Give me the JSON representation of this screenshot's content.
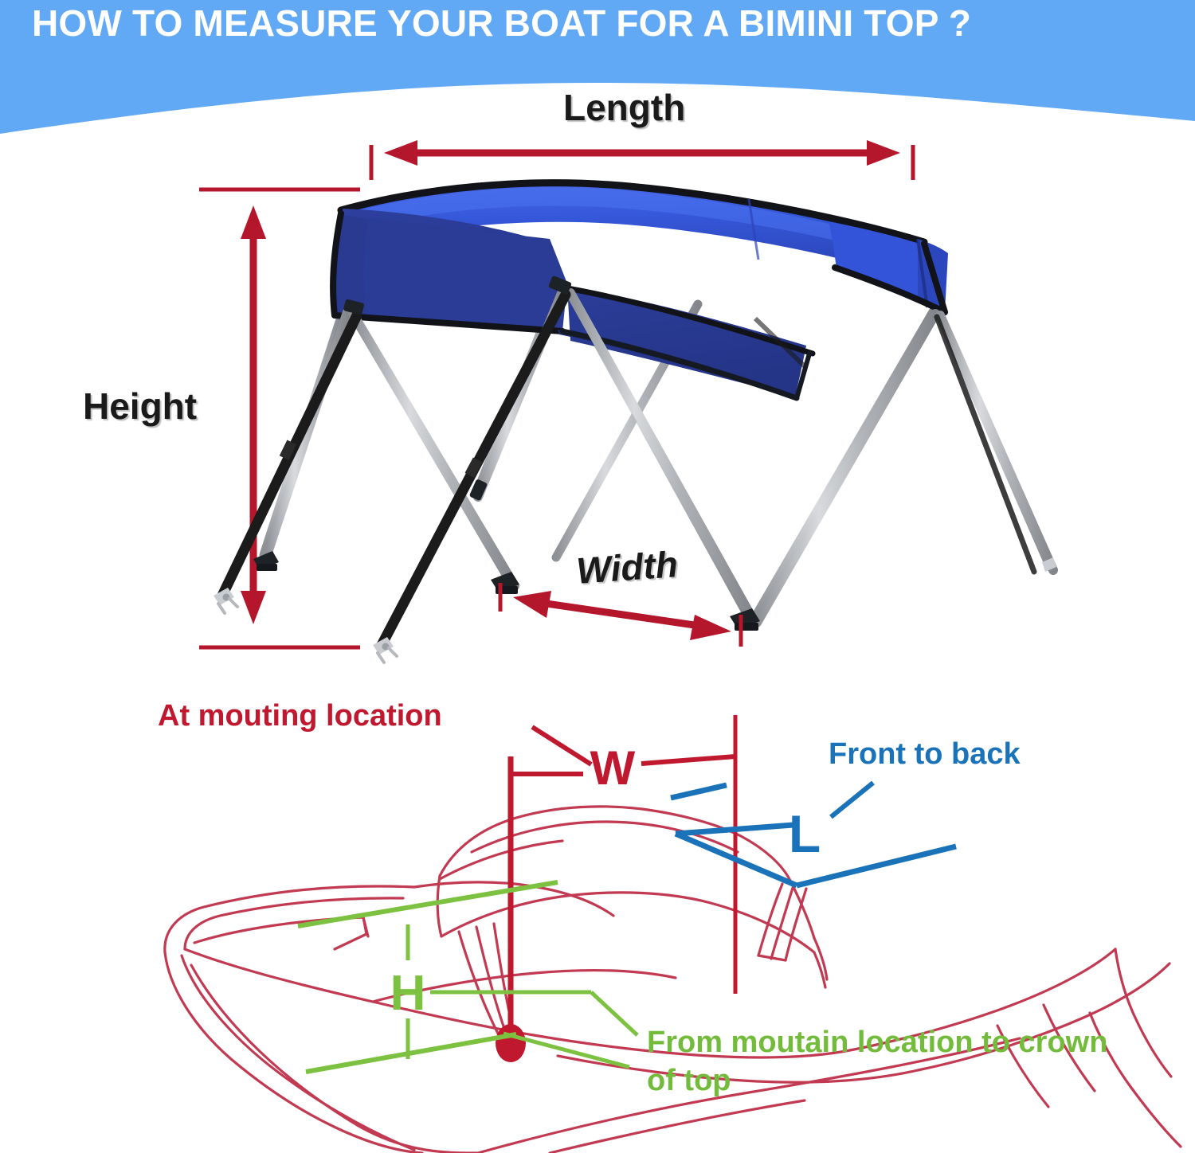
{
  "header": {
    "title": "HOW TO MEASURE YOUR BOAT FOR A BIMINI TOP ?",
    "background_color": "#62a9f5",
    "text_color": "#ffffff"
  },
  "colors": {
    "accent_blue": "#62a9f5",
    "dimension_red": "#b4162c",
    "boat_outline_red": "#c23a52",
    "annotation_red": "#c0182e",
    "annotation_blue": "#1a73b8",
    "annotation_green": "#73bb3b",
    "canopy_blue": "#2a3fa5",
    "canopy_highlight": "#2c4fd6",
    "frame_silver": "#b9bcc0",
    "strap_black": "#1b1b1b",
    "text_dark": "#1a1a1a"
  },
  "top_diagram": {
    "name": "bimini-top-photo-diagram",
    "labels": {
      "length": "Length",
      "height": "Height",
      "width": "Width"
    },
    "arrows": [
      {
        "name": "length-arrow",
        "direction": "double-horizontal"
      },
      {
        "name": "height-arrow",
        "direction": "double-vertical"
      },
      {
        "name": "width-arrow",
        "direction": "double-diagonal"
      }
    ]
  },
  "bottom_diagram": {
    "name": "boat-line-drawing",
    "callouts": {
      "mounting": "At mouting location",
      "front_to_back": "Front to back",
      "crown": "From moutain location\nto crown of top"
    },
    "dimension_letters": {
      "w": "W",
      "l": "L",
      "h": "H"
    }
  }
}
